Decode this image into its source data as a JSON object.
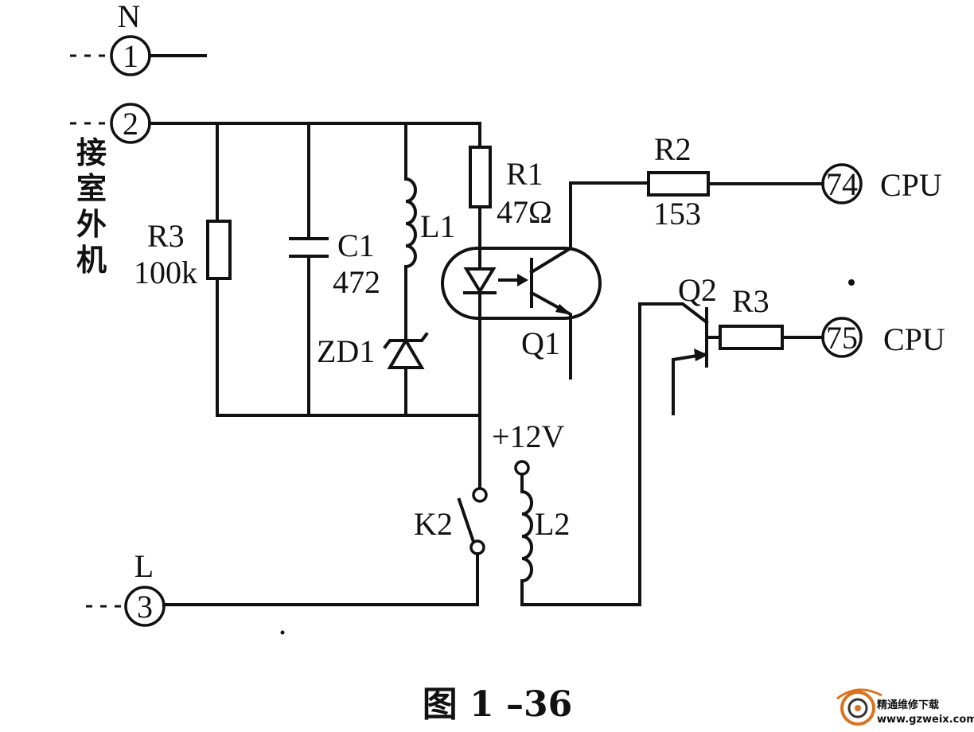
{
  "terminals": {
    "t1": {
      "label": "N",
      "number": "1"
    },
    "t2": {
      "number": "2"
    },
    "t3": {
      "label": "L",
      "number": "3"
    },
    "t74": {
      "number": "74",
      "target": "CPU"
    },
    "t75": {
      "number": "75",
      "target": "CPU"
    }
  },
  "side_label": [
    "接",
    "室",
    "外",
    "机"
  ],
  "components": {
    "r3_left": {
      "name": "R3",
      "value": "100k"
    },
    "c1": {
      "name": "C1",
      "value": "472"
    },
    "l1": {
      "name": "L1"
    },
    "zd1": {
      "name": "ZD1"
    },
    "r1": {
      "name": "R1",
      "value": "47Ω"
    },
    "q1": {
      "name": "Q1"
    },
    "r2": {
      "name": "R2",
      "value": "153"
    },
    "q2": {
      "name": "Q2"
    },
    "r3_right": {
      "name": "R3"
    },
    "supply": {
      "label": "+12V"
    },
    "k2": {
      "name": "K2"
    },
    "l2": {
      "name": "L2"
    }
  },
  "caption": "图 1 –36",
  "watermark": {
    "brand": "精通维修下载",
    "url": "www.gzweix.com",
    "colors": {
      "accent": "#d9731f",
      "dark": "#333333"
    }
  }
}
